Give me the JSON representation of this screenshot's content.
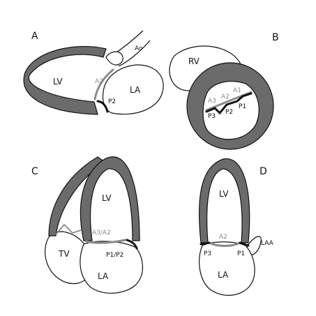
{
  "panels": {
    "A": {
      "label": "A",
      "lv": "LV",
      "la": "LA",
      "ao": "Ao",
      "anterior_leaflet": "A2",
      "posterior_leaflet": "P2"
    },
    "B": {
      "label": "B",
      "rv": "RV",
      "scallops": [
        "A1",
        "A2",
        "A3",
        "P1",
        "P2",
        "P3"
      ]
    },
    "C": {
      "label": "C",
      "lv": "LV",
      "la": "LA",
      "tv": "TV",
      "anterior_leaflet": "A3/A2",
      "posterior_leaflet": "P1/P2"
    },
    "D": {
      "label": "D",
      "lv": "LV",
      "la": "LA",
      "laa": "LAA",
      "anterior_leaflet": "A2",
      "posterior_left": "P3",
      "posterior_right": "P1"
    }
  },
  "colors": {
    "myocardium": "#6b6b6b",
    "anterior_leaflet": "#8a8a8a",
    "posterior_leaflet": "#111111"
  }
}
